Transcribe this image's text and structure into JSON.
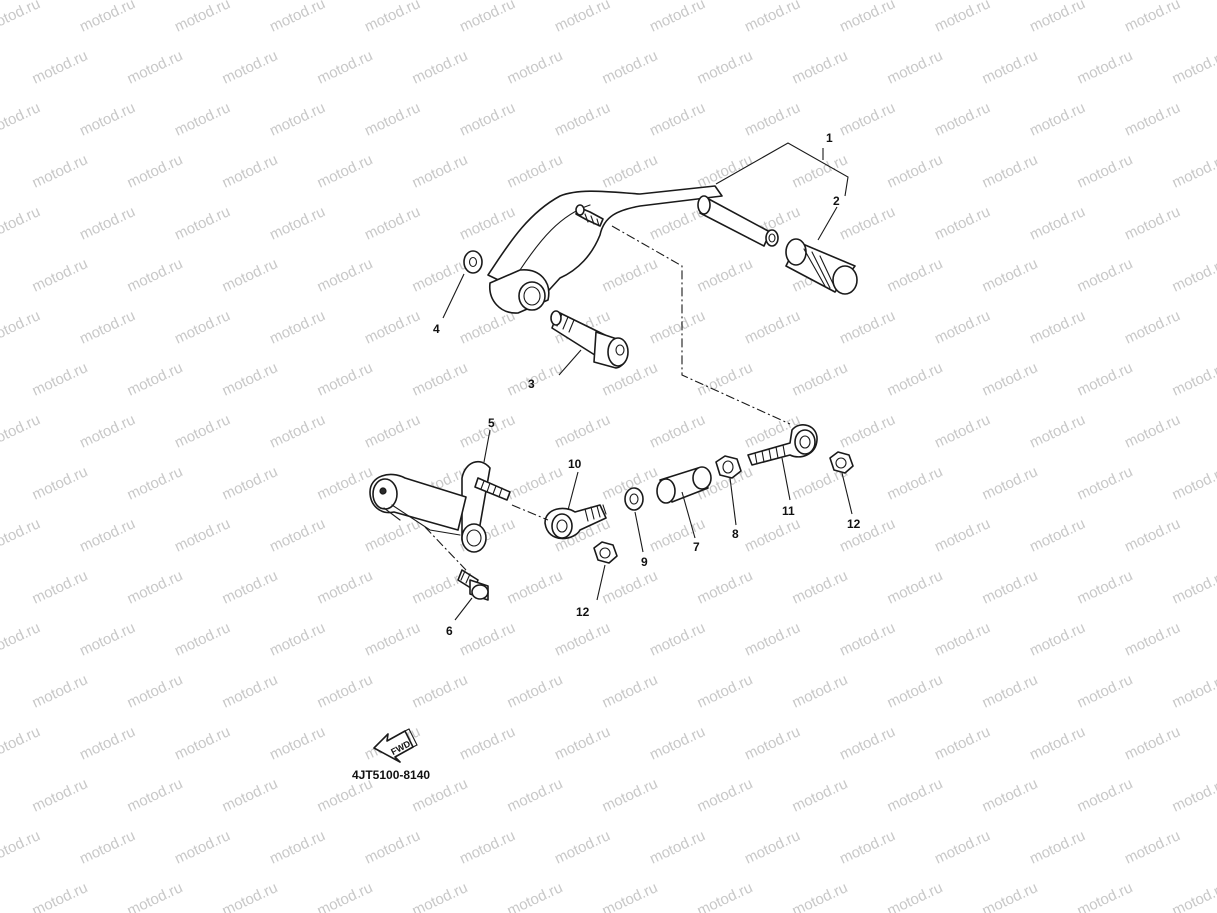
{
  "watermark": {
    "text": "motod.ru",
    "color": "#c8c8c8"
  },
  "callouts": [
    {
      "id": "1",
      "label": "1"
    },
    {
      "id": "2",
      "label": "2"
    },
    {
      "id": "3",
      "label": "3"
    },
    {
      "id": "4",
      "label": "4"
    },
    {
      "id": "5",
      "label": "5"
    },
    {
      "id": "6",
      "label": "6"
    },
    {
      "id": "7",
      "label": "7"
    },
    {
      "id": "8",
      "label": "8"
    },
    {
      "id": "9",
      "label": "9"
    },
    {
      "id": "10",
      "label": "10"
    },
    {
      "id": "11",
      "label": "11"
    },
    {
      "id": "12a",
      "label": "12"
    },
    {
      "id": "12b",
      "label": "12"
    }
  ],
  "direction_badge": {
    "label": "FWD",
    "icon": "forward-arrow-icon"
  },
  "diagram_code": "4JT5100-8140"
}
